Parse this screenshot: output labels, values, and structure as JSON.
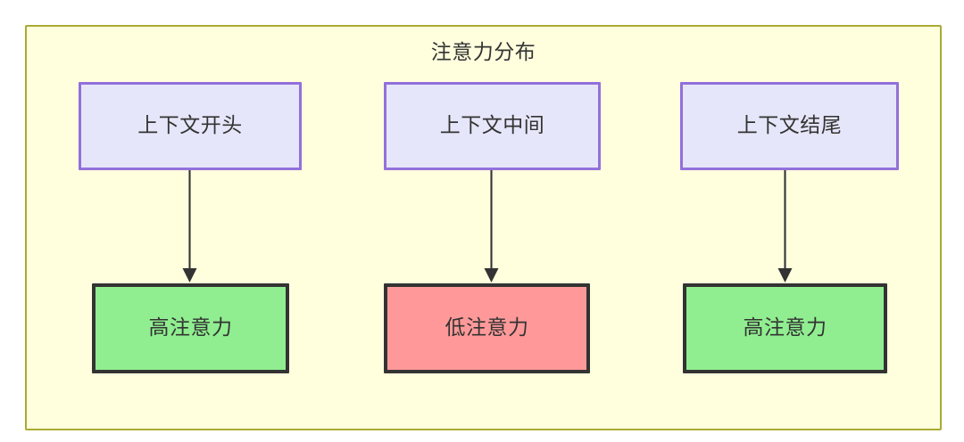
{
  "diagram": {
    "type": "flowchart",
    "direction": "top-down",
    "title": "注意力分布",
    "container": {
      "label": "注意力分布",
      "fill_color": "#ffffde",
      "border_color": "#aaaa33"
    },
    "palette": {
      "context_fill": "#e6e6fa",
      "context_border": "#9370db",
      "high_attention_fill": "#90ee90",
      "low_attention_fill": "#ff9999",
      "node_border_dark": "#333333",
      "text_color": "#333333",
      "edge_color": "#333333"
    },
    "columns": [
      {
        "id": "col-1",
        "context": {
          "label": "上下文开头",
          "style": "context"
        },
        "attention": {
          "label": "高注意力",
          "style": "high"
        }
      },
      {
        "id": "col-2",
        "context": {
          "label": "上下文中间",
          "style": "context"
        },
        "attention": {
          "label": "低注意力",
          "style": "low"
        }
      },
      {
        "id": "col-3",
        "context": {
          "label": "上下文结尾",
          "style": "context"
        },
        "attention": {
          "label": "高注意力",
          "style": "high"
        }
      }
    ],
    "edges": [
      {
        "from": "上下文开头",
        "to": "高注意力",
        "arrow": "arrowhead-down-icon"
      },
      {
        "from": "上下文中间",
        "to": "低注意力",
        "arrow": "arrowhead-down-icon"
      },
      {
        "from": "上下文结尾",
        "to": "高注意力",
        "arrow": "arrowhead-down-icon"
      }
    ]
  }
}
